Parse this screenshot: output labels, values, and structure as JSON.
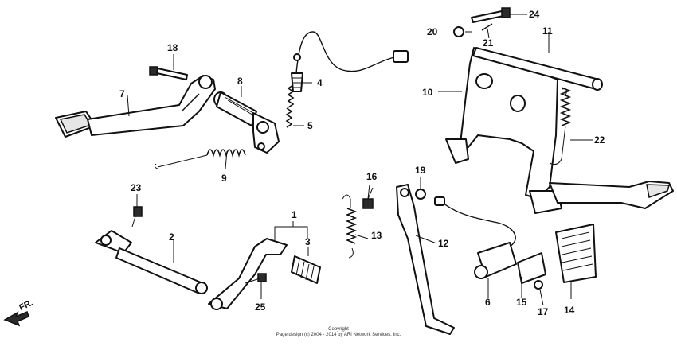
{
  "callouts": [
    "1",
    "2",
    "3",
    "4",
    "5",
    "6",
    "7",
    "8",
    "9",
    "10",
    "11",
    "12",
    "13",
    "14",
    "15",
    "16",
    "17",
    "18",
    "19",
    "20",
    "21",
    "22",
    "23",
    "24",
    "25"
  ],
  "direction_label": "FR.",
  "footer": {
    "line1": "Copyright",
    "line2": "Page design (c) 2004 - 2014 by ARI Network Services, Inc."
  }
}
